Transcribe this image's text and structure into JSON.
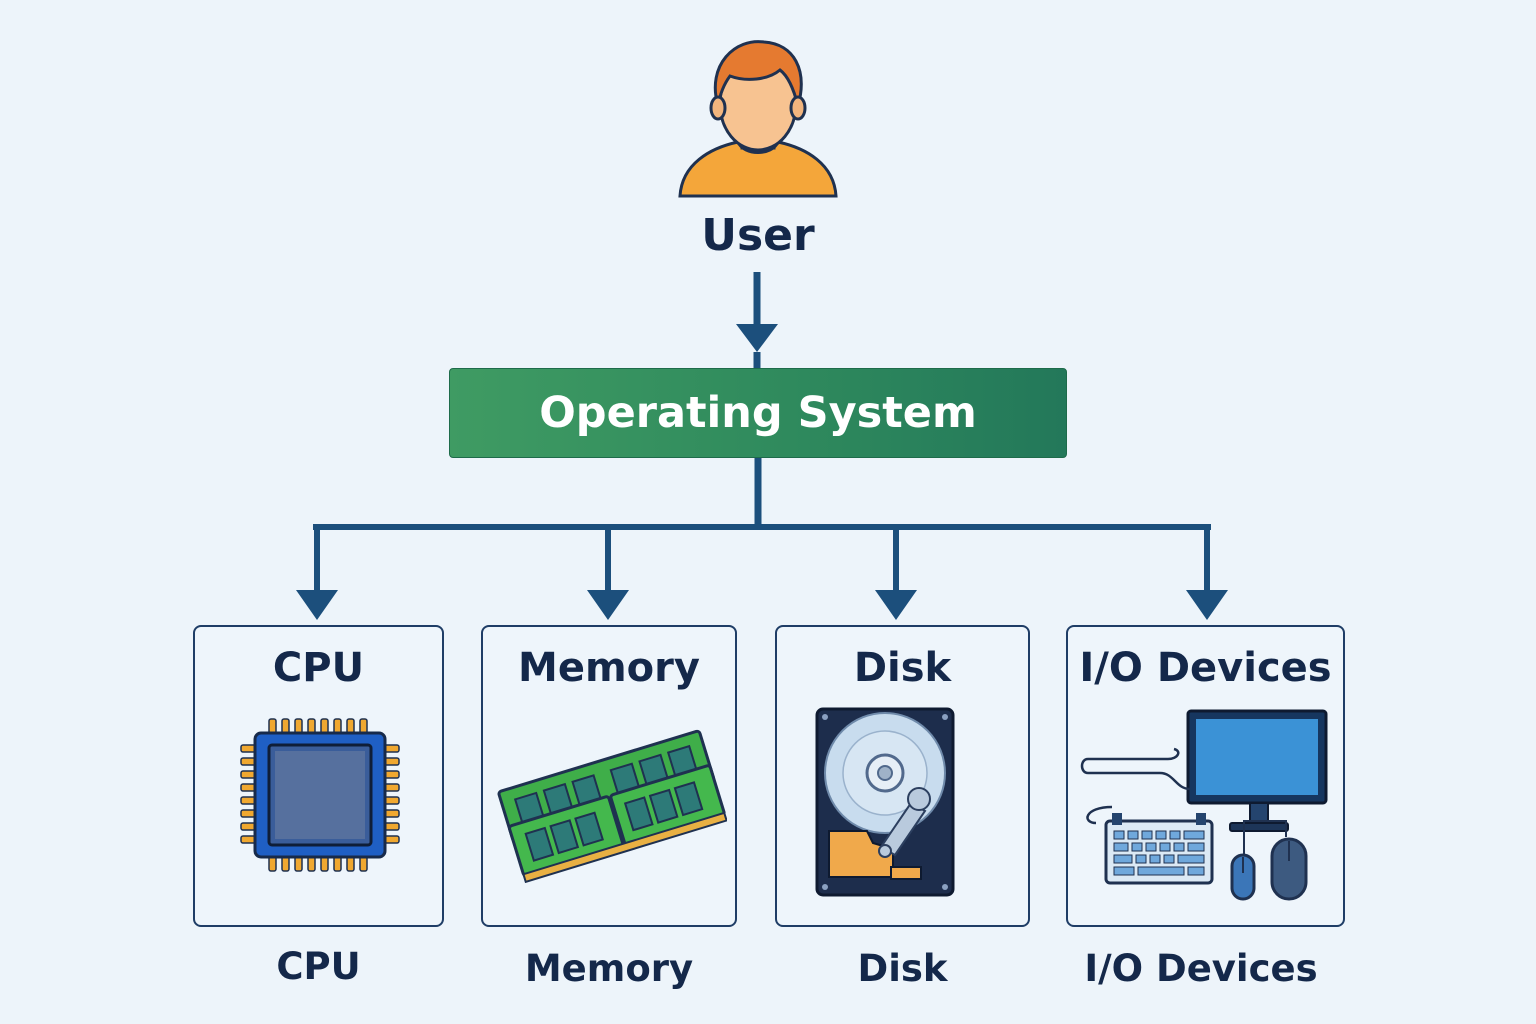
{
  "user": {
    "label": "User",
    "icon": "user-icon"
  },
  "os": {
    "label": "Operating System"
  },
  "components": [
    {
      "title": "CPU",
      "caption": "CPU",
      "icon": "cpu-chip-icon"
    },
    {
      "title": "Memory",
      "caption": "Memory",
      "icon": "ram-modules-icon"
    },
    {
      "title": "Disk",
      "caption": "Disk",
      "icon": "hard-disk-icon"
    },
    {
      "title": "I/O Devices",
      "caption": "I/O Devices",
      "icon": "computer-peripherals-icon"
    }
  ],
  "colors": {
    "background": "#edf4fa",
    "os_box": "#2f8a5d",
    "connector": "#1c4f7c",
    "text": "#14284a"
  }
}
